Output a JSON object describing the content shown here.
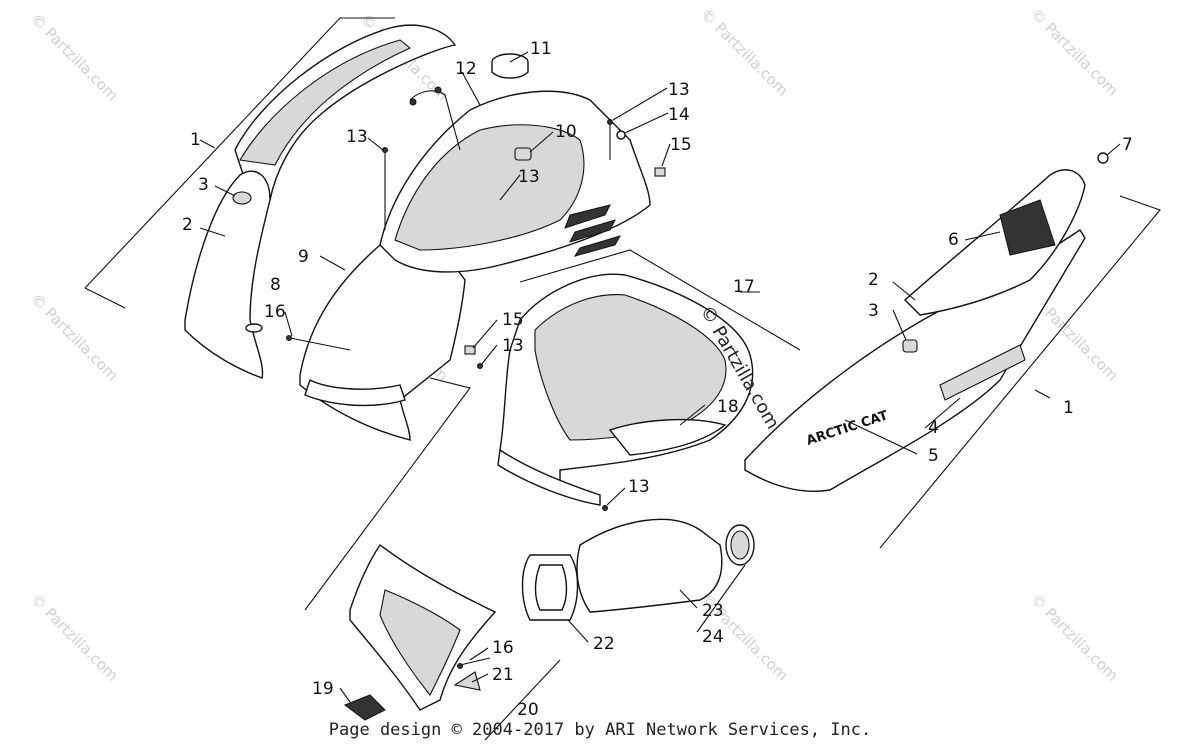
{
  "diagram": {
    "callouts": [
      {
        "id": "c1a",
        "text": "1"
      },
      {
        "id": "c3a",
        "text": "3"
      },
      {
        "id": "c2a",
        "text": "2"
      },
      {
        "id": "c8",
        "text": "8"
      },
      {
        "id": "c16a",
        "text": "16"
      },
      {
        "id": "c9",
        "text": "9"
      },
      {
        "id": "c12",
        "text": "12"
      },
      {
        "id": "c11",
        "text": "11"
      },
      {
        "id": "c13a",
        "text": "13"
      },
      {
        "id": "c10",
        "text": "10"
      },
      {
        "id": "c13b",
        "text": "13"
      },
      {
        "id": "c13c",
        "text": "13"
      },
      {
        "id": "c14",
        "text": "14"
      },
      {
        "id": "c15a",
        "text": "15"
      },
      {
        "id": "c7",
        "text": "7"
      },
      {
        "id": "c6",
        "text": "6"
      },
      {
        "id": "c2b",
        "text": "2"
      },
      {
        "id": "c3b",
        "text": "3"
      },
      {
        "id": "c17",
        "text": "17"
      },
      {
        "id": "c15b",
        "text": "15"
      },
      {
        "id": "c13d",
        "text": "13"
      },
      {
        "id": "c18",
        "text": "18"
      },
      {
        "id": "c13e",
        "text": "13"
      },
      {
        "id": "c4",
        "text": "4"
      },
      {
        "id": "c1b",
        "text": "1"
      },
      {
        "id": "c5",
        "text": "5"
      },
      {
        "id": "c23",
        "text": "23"
      },
      {
        "id": "c24",
        "text": "24"
      },
      {
        "id": "c22",
        "text": "22"
      },
      {
        "id": "c16b",
        "text": "16"
      },
      {
        "id": "c21",
        "text": "21"
      },
      {
        "id": "c19",
        "text": "19"
      },
      {
        "id": "c20",
        "text": "20"
      }
    ],
    "brand_decal": "ARCTIC CAT",
    "watermark": "© Partzilla.com",
    "watermark_center": "© Partzilla.com"
  },
  "footer": {
    "text": "Page design © 2004-2017 by ARI Network Services, Inc."
  }
}
